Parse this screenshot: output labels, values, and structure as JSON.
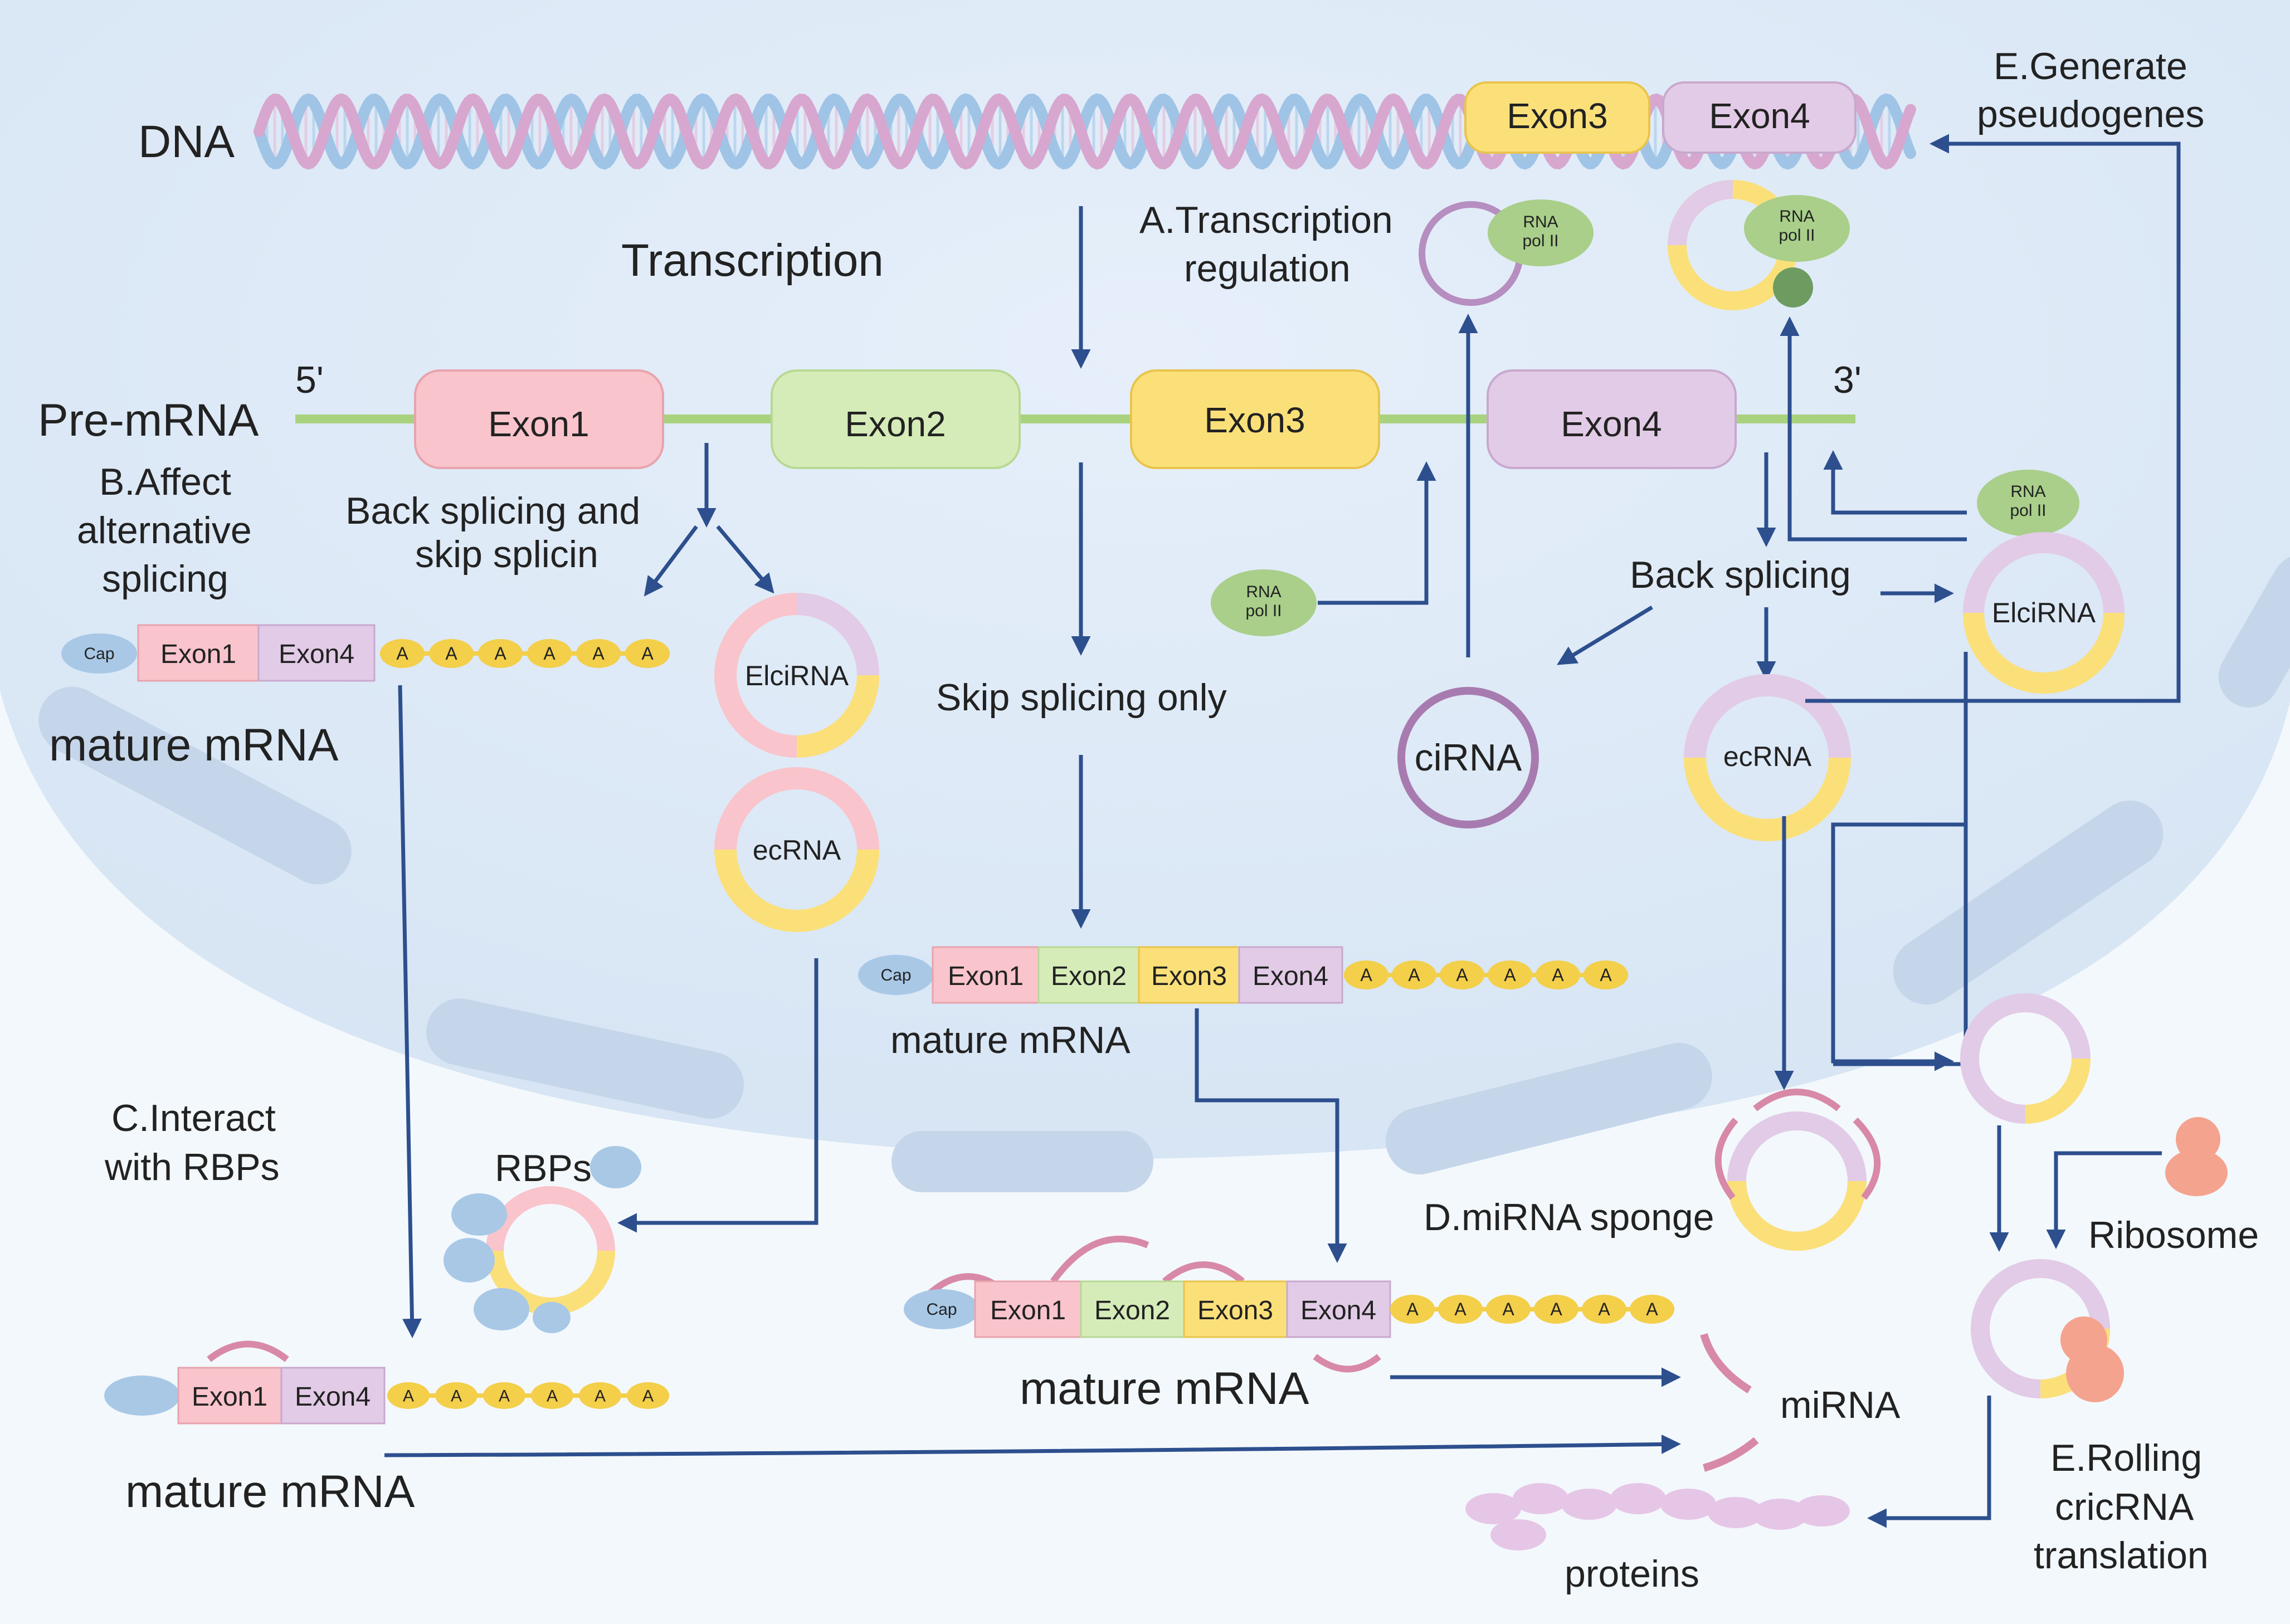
{
  "labels": {
    "dna": "DNA",
    "transcription": "Transcription",
    "pre_mrna": "Pre-mRNA",
    "five_prime": "5'",
    "three_prime": "3'",
    "mature_mrna": "mature mRNA",
    "skip_splicing_only": "Skip splicing only",
    "back_splicing": "Back splicing",
    "back_skip_1": "Back splicing and",
    "back_skip_2": "skip splicin",
    "a_1": "A.Transcription",
    "a_2": "regulation",
    "b_1": "B.Affect",
    "b_2": "alternative",
    "b_3": "splicing",
    "c_1": "C.Interact",
    "c_2": "with RBPs",
    "d": "D.miRNA sponge",
    "e_gen_1": "E.Generate",
    "e_gen_2": "pseudogenes",
    "e_roll_1": "E.Rolling",
    "e_roll_2": "cricRNA",
    "e_roll_3": "translation",
    "rbps": "RBPs",
    "ribosome": "Ribosome",
    "mirna": "miRNA",
    "proteins": "proteins",
    "cirna": "ciRNA",
    "ecrna": "ecRNA",
    "elcirna": "ElciRNA",
    "rna_pol": "RNA",
    "pol_ii": "pol II",
    "cap": "Cap",
    "polya": "A"
  },
  "exons": {
    "exon1": "Exon1",
    "exon2": "Exon2",
    "exon3": "Exon3",
    "exon4": "Exon4"
  },
  "colors": {
    "exon1": "#f9c4cb",
    "exon2": "#d6ecb8",
    "exon3": "#fbe07a",
    "exon4": "#e2cbe6",
    "arrow": "#2d4f8e",
    "nucleus": "#dde9f6",
    "polyA": "#f3cf4a",
    "pol": "#a9cf8a",
    "mirna": "#d889a7",
    "protein": "#e6c6e6"
  }
}
